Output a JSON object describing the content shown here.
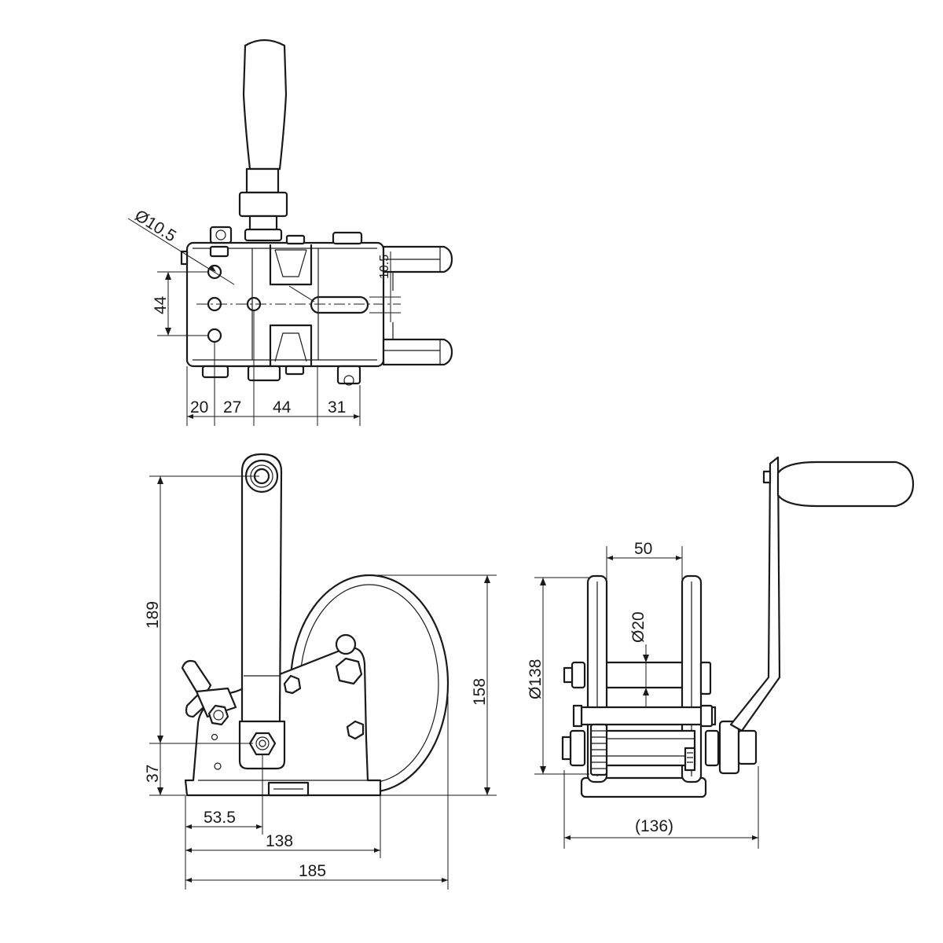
{
  "top_view": {
    "dims": {
      "hole_diameter": "Ø10.5",
      "hole_spacing": "44",
      "slot_width": "10.5",
      "offset_20": "20",
      "offset_27": "27",
      "offset_44": "44",
      "offset_31": "31"
    }
  },
  "front_view": {
    "dims": {
      "overall_height": "189",
      "base_height": "37",
      "drum_height": "158",
      "pivot_offset": "53.5",
      "base_length": "138",
      "overall_length": "185"
    }
  },
  "side_view": {
    "dims": {
      "flange_gap": "50",
      "shaft_diameter": "Ø20",
      "drum_diameter": "Ø138",
      "overall_width": "(136)"
    }
  }
}
